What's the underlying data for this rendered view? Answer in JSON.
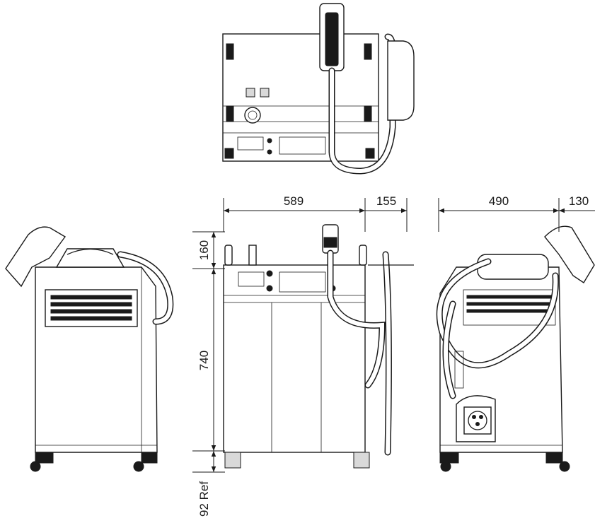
{
  "dimensions": {
    "width_front": "589",
    "hose_offset_front": "155",
    "depth_side": "490",
    "handle_offset_side": "130",
    "top_height": "160",
    "body_height": "740",
    "wheel_height": "92 Ref"
  }
}
